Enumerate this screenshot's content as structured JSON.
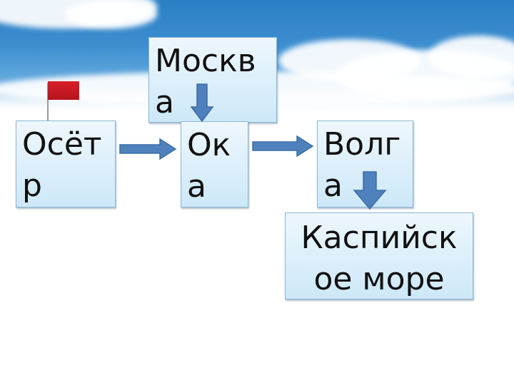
{
  "nodes": {
    "moskva": "Москва",
    "osetr": "Осётр",
    "oka": "Ока",
    "volga": "Волга",
    "caspian": "Каспийское море"
  },
  "colors": {
    "box_fill": "#d6ecfa",
    "box_border": "#8bb8d8",
    "arrow": "#4f81bd",
    "flag": "#d8202a"
  }
}
